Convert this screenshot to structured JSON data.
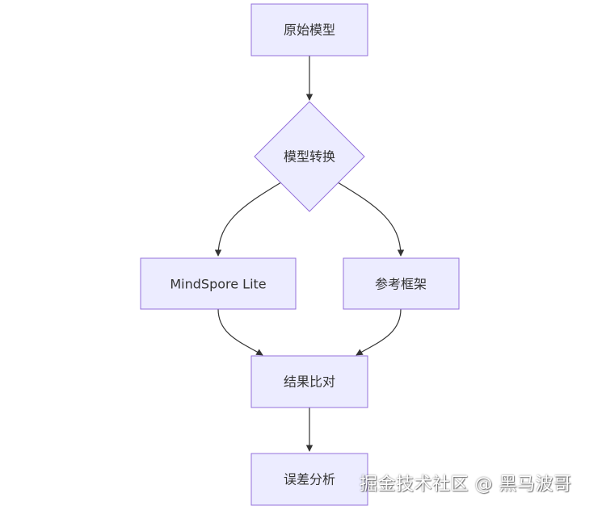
{
  "colors": {
    "node_fill": "#ECECFF",
    "node_border": "#9370DB",
    "edge": "#333333",
    "text": "#333333"
  },
  "nodes": {
    "original_model": "原始模型",
    "model_conversion": "模型转换",
    "mindspore_lite": "MindSpore Lite",
    "reference_framework": "参考框架",
    "result_comparison": "结果比对",
    "error_analysis": "误差分析"
  },
  "watermark": "掘金技术社区 @ 黑马波哥"
}
